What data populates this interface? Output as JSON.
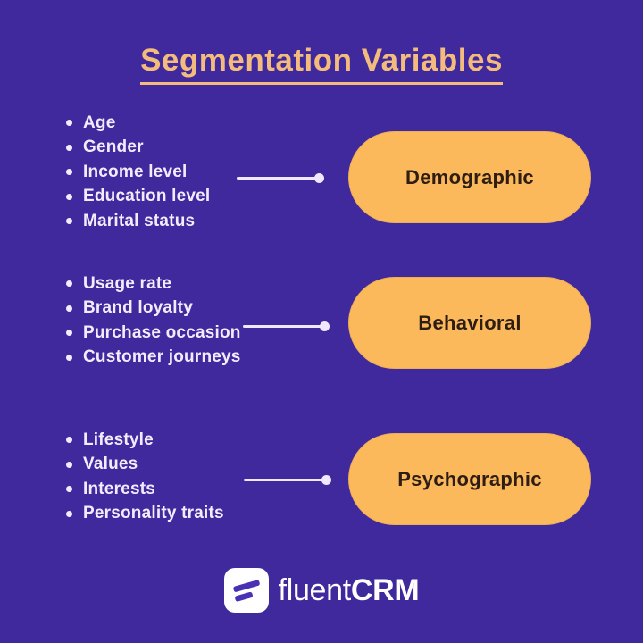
{
  "title": "Segmentation Variables",
  "rows": [
    {
      "label": "Demographic",
      "items": [
        "Age",
        "Gender",
        "Income level",
        "Education level",
        "Marital status"
      ]
    },
    {
      "label": "Behavioral",
      "items": [
        "Usage rate",
        "Brand loyalty",
        "Purchase occasion",
        "Customer journeys"
      ]
    },
    {
      "label": "Psychographic",
      "items": [
        "Lifestyle",
        "Values",
        "Interests",
        "Personality traits"
      ]
    }
  ],
  "footer": {
    "brand_prefix": "fluent",
    "brand_suffix": "CRM",
    "logo_icon": "fluentcrm-slashes-icon"
  },
  "colors": {
    "background": "#40289d",
    "title_accent": "#f3bc7c",
    "pill_fill": "#fcb95b",
    "pill_text": "#2e1d12",
    "list_text": "#f2edfe",
    "connector": "#efe9ff",
    "logo_box": "#ffffff",
    "logo_glyph": "#4a30b3"
  }
}
